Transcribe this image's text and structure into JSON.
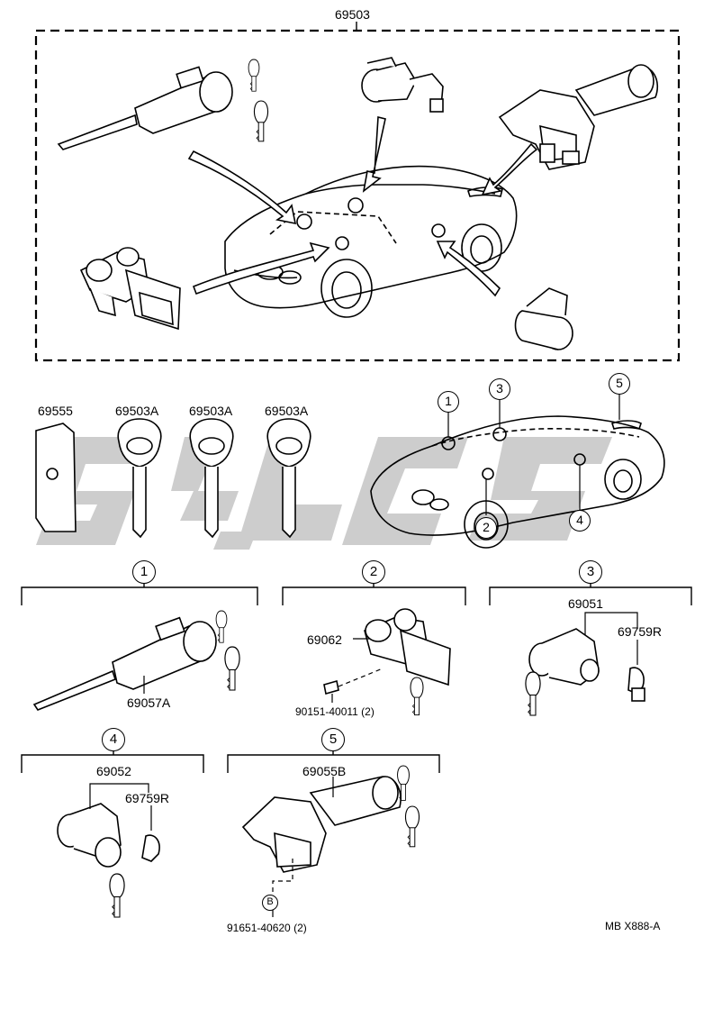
{
  "top_assembly": {
    "part_no": "69503"
  },
  "keys": [
    {
      "part_no": "69555"
    },
    {
      "part_no": "69503A"
    },
    {
      "part_no": "69503A"
    },
    {
      "part_no": "69503A"
    }
  ],
  "car_locations": [
    "1",
    "2",
    "3",
    "4",
    "5"
  ],
  "groups": {
    "g1": {
      "index": "1",
      "part_no": "69057A"
    },
    "g2": {
      "index": "2",
      "part_no": "69062",
      "fastener": "90151-40011 (2)"
    },
    "g3": {
      "index": "3",
      "part_no": "69051",
      "sub_part_no": "69759R"
    },
    "g4": {
      "index": "4",
      "part_no": "69052",
      "sub_part_no": "69759R"
    },
    "g5": {
      "index": "5",
      "part_no": "69055B",
      "fastener": "91651-40620 (2)",
      "fastener_marker": "B"
    }
  },
  "diagram_code": "MB X888-A",
  "watermark_color": "#c8c8c8"
}
